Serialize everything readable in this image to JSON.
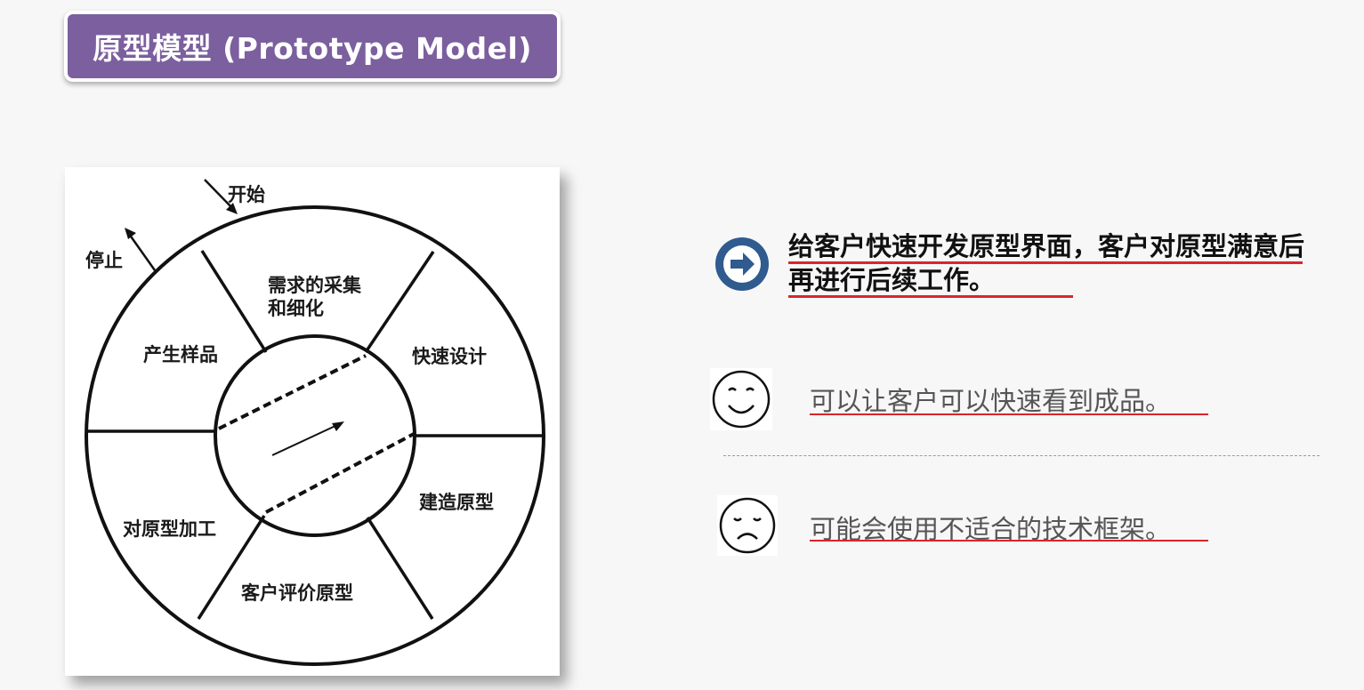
{
  "title": "原型模型 (Prototype Model)",
  "diagram": {
    "start_label": "开始",
    "stop_label": "停止",
    "segments": [
      "需求的采集",
      "和细化",
      "快速设计",
      "建造原型",
      "客户评价原型",
      "对原型加工",
      "产生样品"
    ]
  },
  "points": {
    "main": "给客户快速开发原型界面，客户对原型满意后再进行后续工作。",
    "advantage": "可以让客户可以快速看到成品。",
    "disadvantage": "可能会使用不适合的技术框架。"
  },
  "icons": {
    "main": "arrow-right-circle-icon",
    "advantage": "smiley-face-icon",
    "disadvantage": "sad-face-icon"
  },
  "colors": {
    "title_bg": "#7b5f9e",
    "arrow_circle": "#2f5b8f",
    "underline": "#d9262b"
  }
}
